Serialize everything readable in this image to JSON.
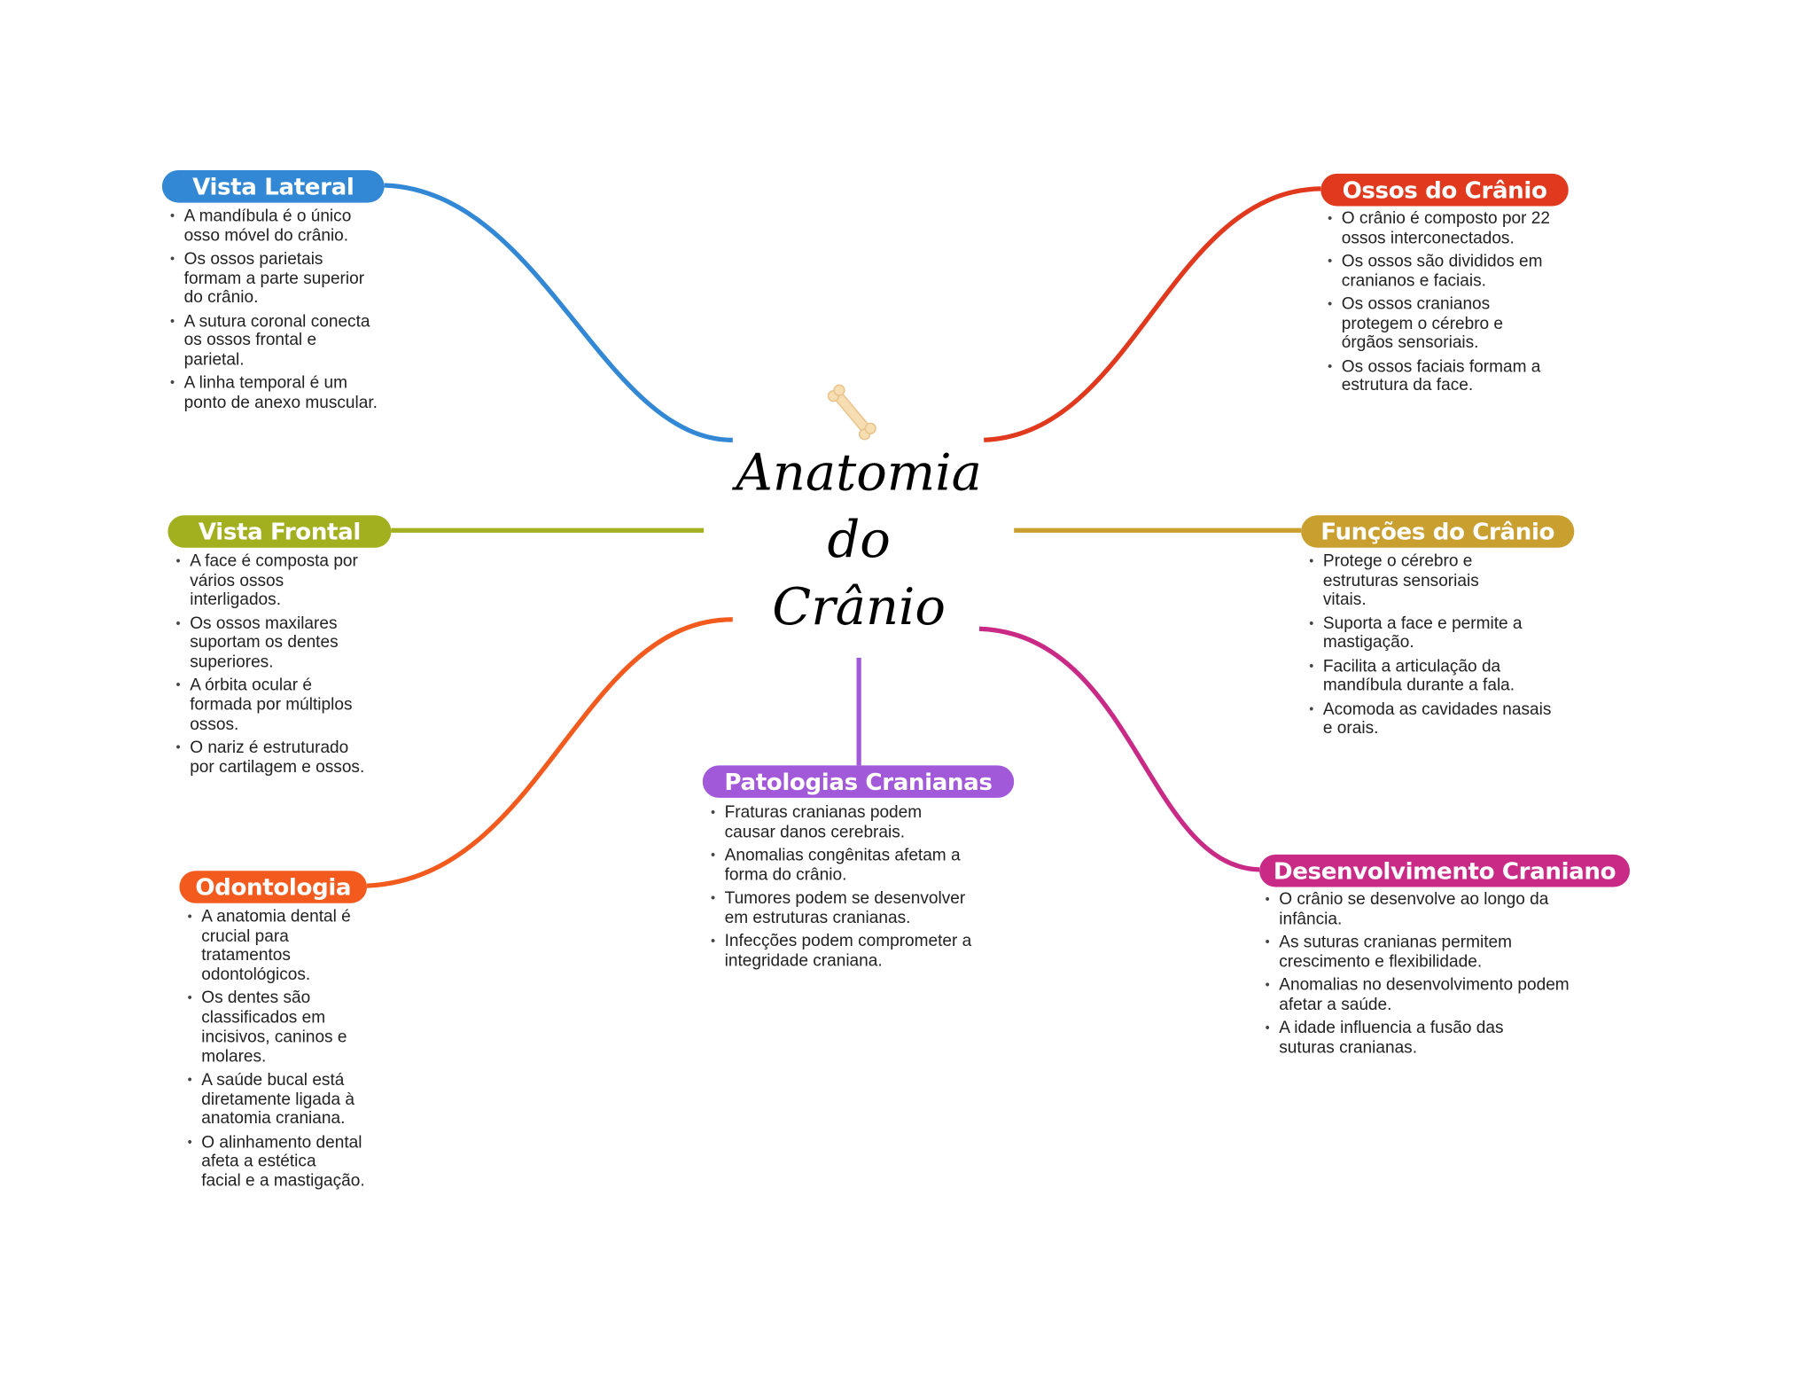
{
  "title": {
    "lines": [
      "Anatomia",
      "do",
      "Crânio"
    ],
    "icon": "bone-icon"
  },
  "colors": {
    "vista_lateral": "#3388d6",
    "ossos": "#e0391e",
    "vista_frontal": "#a2b01f",
    "funcoes": "#c9a030",
    "odontologia": "#f25a1e",
    "patologias": "#a259d9",
    "desenvolvimento": "#c92a85"
  },
  "branches": {
    "vista_lateral": {
      "label": "Vista Lateral",
      "items": [
        "A mandíbula é o único\nosso móvel do crânio.",
        "Os ossos parietais\nformam a parte superior\ndo crânio.",
        "A sutura coronal conecta\nos ossos frontal e\nparietal.",
        "A linha temporal é um\nponto de anexo muscular."
      ]
    },
    "ossos": {
      "label": "Ossos do Crânio",
      "items": [
        "O crânio é composto por 22\nossos interconectados.",
        "Os ossos são divididos em\ncranianos e faciais.",
        "Os ossos cranianos\nprotegem o cérebro e\nórgãos sensoriais.",
        "Os ossos faciais formam a\nestrutura da face."
      ]
    },
    "vista_frontal": {
      "label": "Vista Frontal",
      "items": [
        "A face é composta por\nvários ossos\ninterligados.",
        "Os ossos maxilares\nsuportam os dentes\nsuperiores.",
        "A órbita ocular é\nformada por múltiplos\nossos.",
        "O nariz é estruturado\npor cartilagem e ossos."
      ]
    },
    "funcoes": {
      "label": "Funções do Crânio",
      "items": [
        "Protege o cérebro e\nestruturas sensoriais\nvitais.",
        "Suporta a face e permite a\nmastigação.",
        "Facilita a articulação da\nmandíbula durante a fala.",
        "Acomoda as cavidades nasais\ne orais."
      ]
    },
    "odontologia": {
      "label": "Odontologia",
      "items": [
        "A anatomia dental é\ncrucial para\ntratamentos\nodontológicos.",
        "Os dentes são\nclassificados em\nincisivos, caninos e\nmolares.",
        "A saúde bucal está\ndiretamente ligada à\nanatomia craniana.",
        "O alinhamento dental\nafeta a estética\nfacial e a mastigação."
      ]
    },
    "patologias": {
      "label": "Patologias Cranianas",
      "items": [
        "Fraturas cranianas podem\ncausar danos cerebrais.",
        "Anomalias congênitas afetam a\nforma do crânio.",
        "Tumores podem se desenvolver\nem estruturas cranianas.",
        "Infecções podem comprometer a\nintegridade craniana."
      ]
    },
    "desenvolvimento": {
      "label": "Desenvolvimento Craniano",
      "items": [
        "O crânio se desenvolve ao longo da\ninfância.",
        "As suturas cranianas permitem\ncrescimento e flexibilidade.",
        "Anomalias no desenvolvimento podem\nafetar a saúde.",
        "A idade influencia a fusão das\nsuturas cranianas."
      ]
    }
  }
}
